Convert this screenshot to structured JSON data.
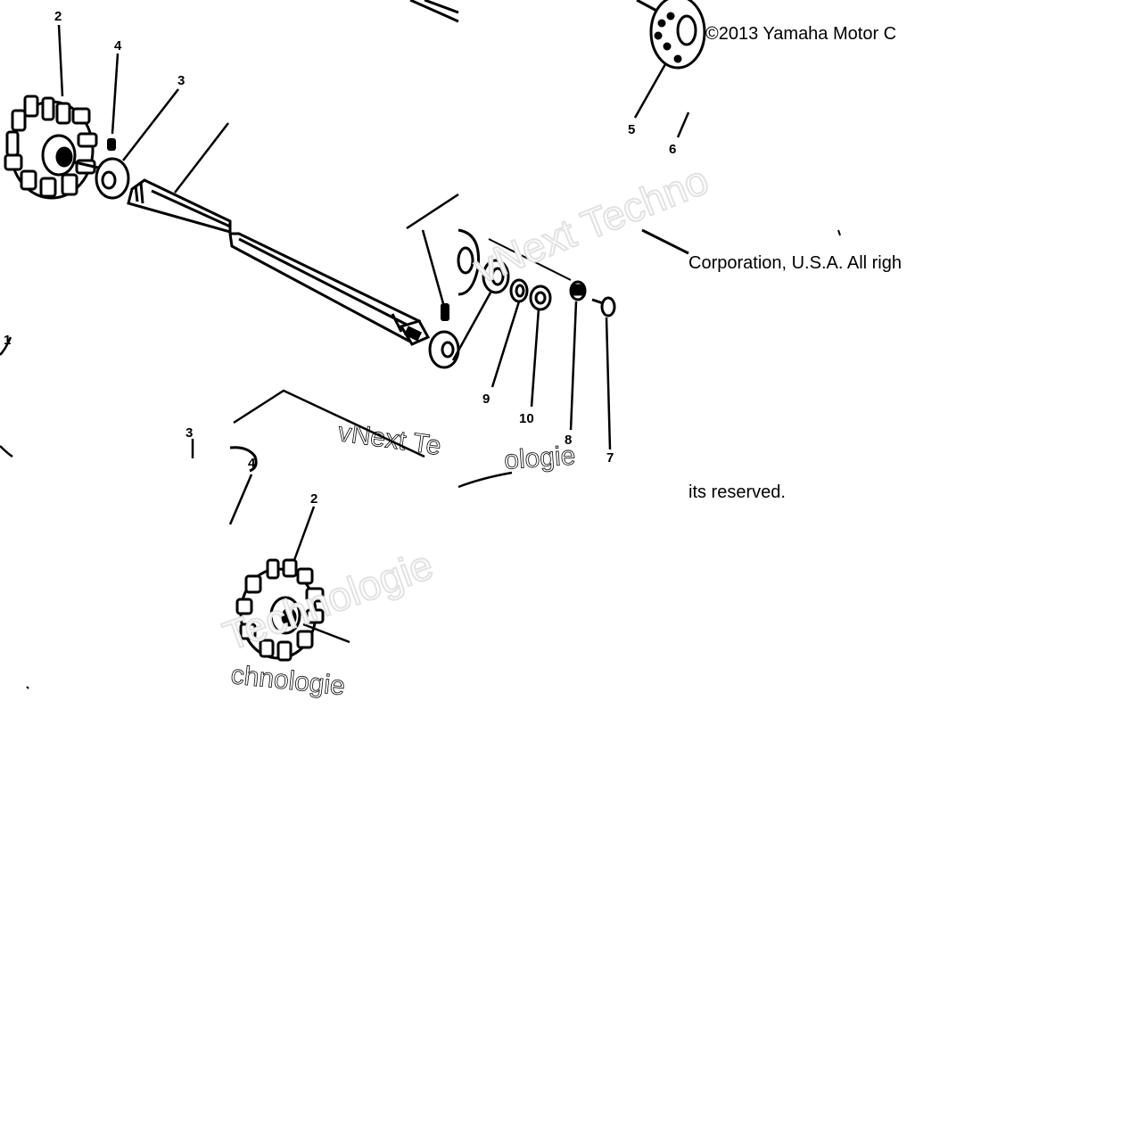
{
  "copyright": {
    "line1": "©2013 Yamaha Motor C",
    "line2": "Corporation, U.S.A. All righ",
    "line3": "its reserved."
  },
  "watermark": {
    "a": "vNext Te",
    "b": "chnologie",
    "c": "vNext Techno",
    "d": "ologie",
    "e": "Technologie"
  },
  "callouts": {
    "tl_2": "2",
    "tl_4": "4",
    "tl_3": "3",
    "tr_5": "5",
    "tr_6": "6",
    "mr_9": "9",
    "mr_10": "10",
    "mr_8": "8",
    "mr_7": "7",
    "ml_3": "3",
    "ml_1": "1",
    "bc_2": "2",
    "bc_4": "4"
  },
  "colors": {
    "ink": "#000000",
    "paper": "#ffffff",
    "watermark_outline": "#e2e2e2"
  }
}
